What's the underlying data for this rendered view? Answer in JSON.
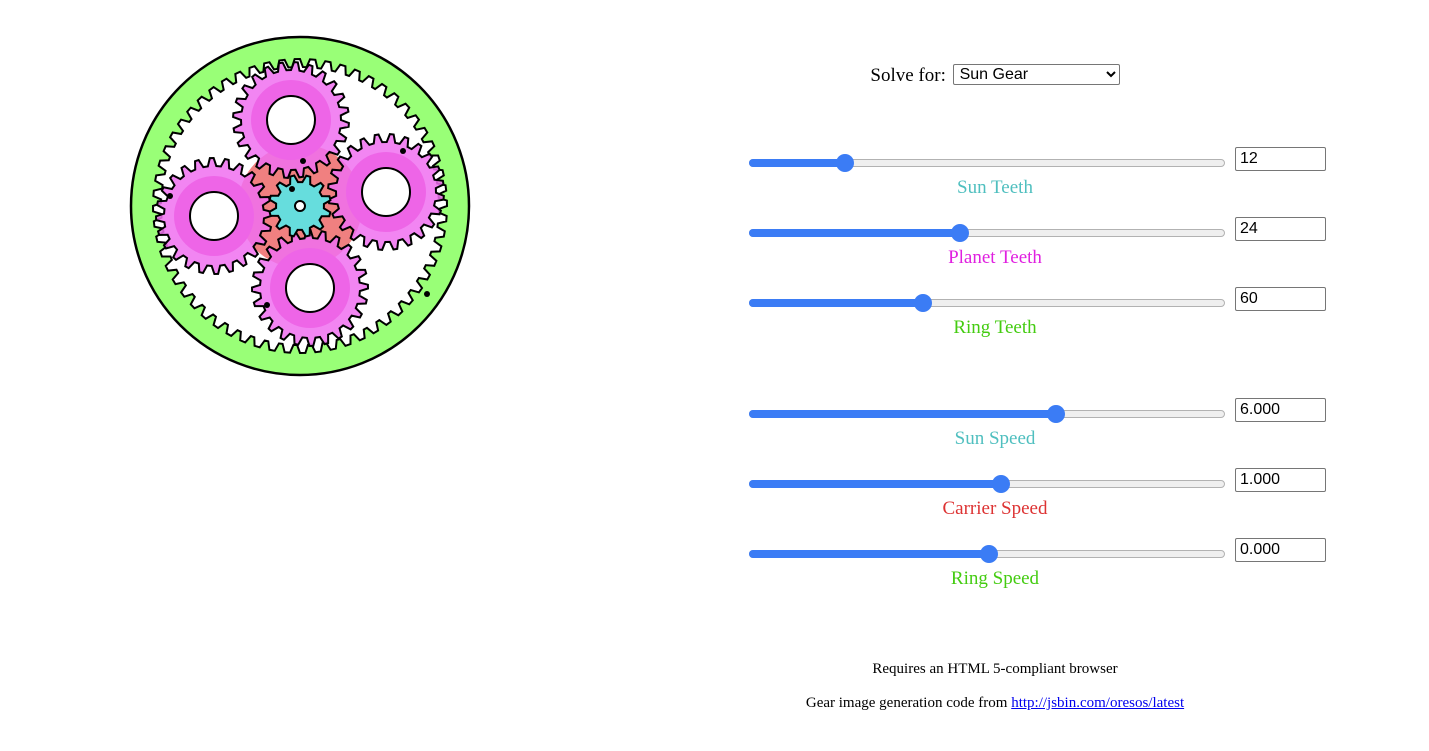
{
  "solve_for": {
    "label": "Solve for:",
    "selected": "Sun Gear"
  },
  "sliders": [
    {
      "id": "sun-teeth",
      "label": "Sun Teeth",
      "value": "12",
      "level": 0.19,
      "color": "#4fbfbf"
    },
    {
      "id": "planet-teeth",
      "label": "Planet Teeth",
      "value": "24",
      "level": 0.44,
      "color": "#e020e0"
    },
    {
      "id": "ring-teeth",
      "label": "Ring Teeth",
      "value": "60",
      "level": 0.36,
      "color": "#44cc11"
    },
    {
      "id": "sun-speed",
      "label": "Sun Speed",
      "value": "6.000",
      "level": 0.65,
      "color": "#4fbfbf"
    },
    {
      "id": "carrier-speed",
      "label": "Carrier Speed",
      "value": "1.000",
      "level": 0.53,
      "color": "#dd3333"
    },
    {
      "id": "ring-speed",
      "label": "Ring Speed",
      "value": "0.000",
      "level": 0.505,
      "color": "#44cc11"
    }
  ],
  "footer": {
    "requires": "Requires an HTML 5-compliant browser",
    "credit_prefix": "Gear image generation code from",
    "credit_link": "http://jsbin.com/oresos/latest"
  },
  "gear_colors": {
    "ring_fill": "#99ff77",
    "planet_fill": "#f070f0",
    "sun_fill": "#66dddd",
    "carrier_fill": "#e02db6",
    "mesh_fill": "#f08080",
    "accent": "#3b7cf5"
  }
}
